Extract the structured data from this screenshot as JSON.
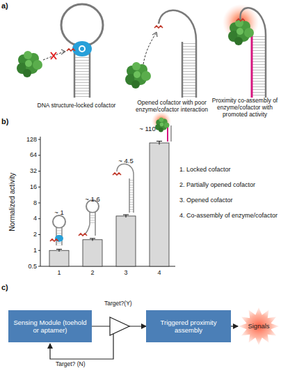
{
  "diagram": {
    "nodes": [
      {
        "text": [
          "Sensing Module (toehold or aptamer)"
        ]
      },
      {
        "text": [
          "Triggered proximity assembly"
        ]
      },
      {
        "text": [
          "Signals"
        ]
      }
    ],
    "edges": [
      {
        "from": 0,
        "to": 1,
        "arrow": "to",
        "label": "Target?(Y)"
      },
      {
        "from": 1,
        "to": 2,
        "arrow": "to"
      }
    ],
    "labels": [
      "a)",
      "DNA structure-locked cofactor",
      "Opened cofactor with poor enzyme/cofactor interaction",
      "Proximity co-assembly of enzyme/cofactor with promoted activity",
      "b)",
      "Normalized activity",
      "128",
      "64",
      "32",
      "16",
      "8",
      "4",
      "2",
      "1",
      "0.5",
      "1",
      "2",
      "3",
      "4",
      "~ 1",
      "~ 1.6",
      "~ 4.5",
      "~ 110",
      "1. Locked cofactor",
      "2. Partially opened cofactor",
      "3. Opened cofactor",
      "4. Co-assembly of enzyme/cofactor",
      "c)",
      "Target? (N)"
    ]
  }
}
